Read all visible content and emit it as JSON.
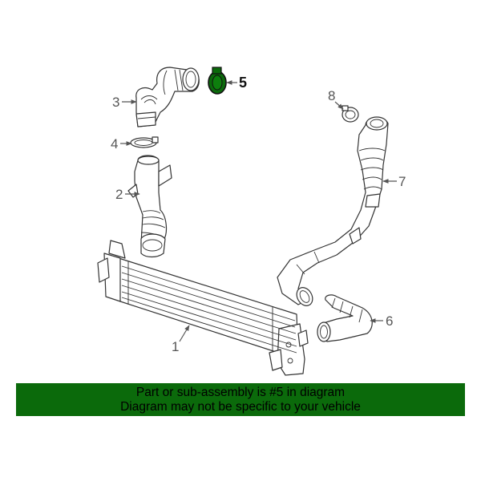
{
  "diagram": {
    "highlight_color": "#0b6a0b",
    "callouts": [
      {
        "number": "1",
        "part": "intercooler"
      },
      {
        "number": "2",
        "part": "inlet-duct"
      },
      {
        "number": "3",
        "part": "upper-hose"
      },
      {
        "number": "4",
        "part": "clamp"
      },
      {
        "number": "5",
        "part": "clamp",
        "highlighted": true
      },
      {
        "number": "6",
        "part": "outlet-hose"
      },
      {
        "number": "7",
        "part": "outlet-tube"
      },
      {
        "number": "8",
        "part": "clamp"
      }
    ]
  },
  "banner": {
    "line1": "Part or sub-assembly is #5 in diagram",
    "line2": "Diagram may not be specific to your vehicle",
    "background": "#0b6a0b"
  }
}
